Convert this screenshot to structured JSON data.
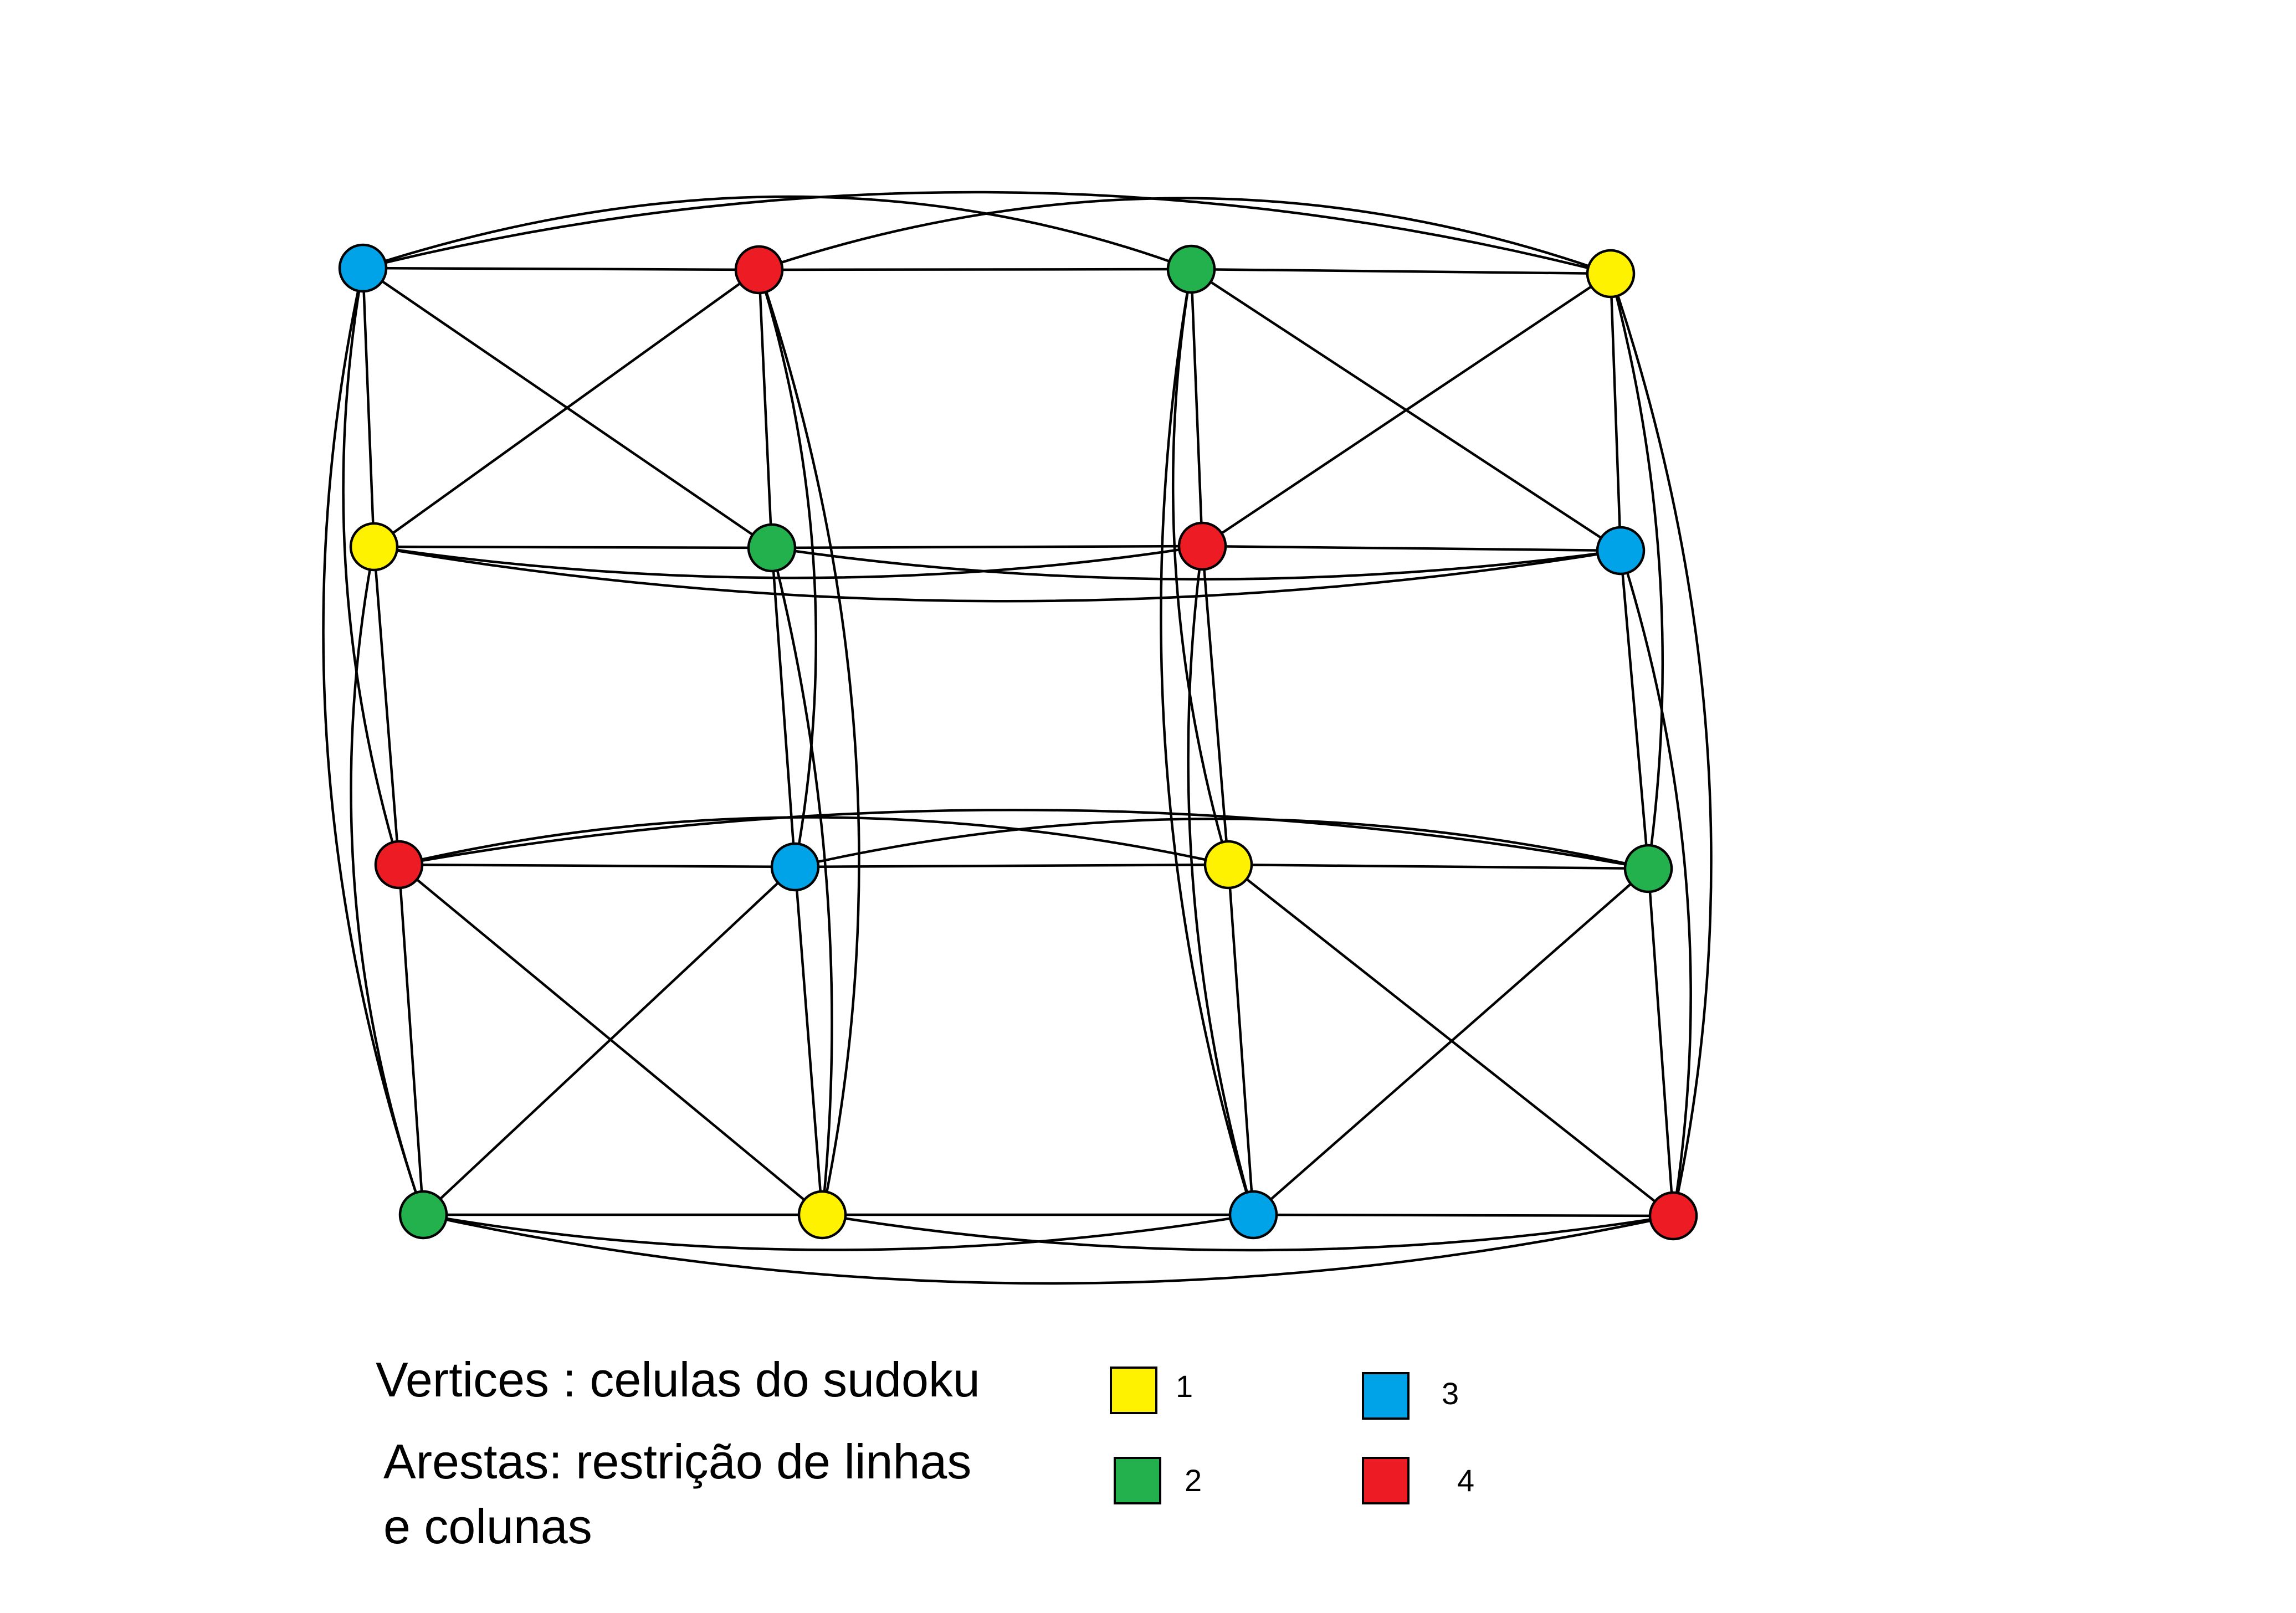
{
  "colors": {
    "yellow": "#FFF200",
    "green": "#22B14C",
    "blue": "#00A2E8",
    "red": "#ED1C24"
  },
  "graph": {
    "vertices": [
      {
        "id": "v11",
        "color": "blue"
      },
      {
        "id": "v12",
        "color": "red"
      },
      {
        "id": "v13",
        "color": "green"
      },
      {
        "id": "v14",
        "color": "yellow"
      },
      {
        "id": "v21",
        "color": "yellow"
      },
      {
        "id": "v22",
        "color": "green"
      },
      {
        "id": "v23",
        "color": "red"
      },
      {
        "id": "v24",
        "color": "blue"
      },
      {
        "id": "v31",
        "color": "red"
      },
      {
        "id": "v32",
        "color": "blue"
      },
      {
        "id": "v33",
        "color": "yellow"
      },
      {
        "id": "v34",
        "color": "green"
      },
      {
        "id": "v41",
        "color": "green"
      },
      {
        "id": "v42",
        "color": "yellow"
      },
      {
        "id": "v43",
        "color": "blue"
      },
      {
        "id": "v44",
        "color": "red"
      }
    ]
  },
  "caption": {
    "vertices": "Vertices : celulas do sudoku",
    "edges_line1": "Arestas: restrição de linhas",
    "edges_line2": "e colunas"
  },
  "legend": [
    {
      "label": "1",
      "color": "yellow"
    },
    {
      "label": "2",
      "color": "green"
    },
    {
      "label": "3",
      "color": "blue"
    },
    {
      "label": "4",
      "color": "red"
    }
  ]
}
